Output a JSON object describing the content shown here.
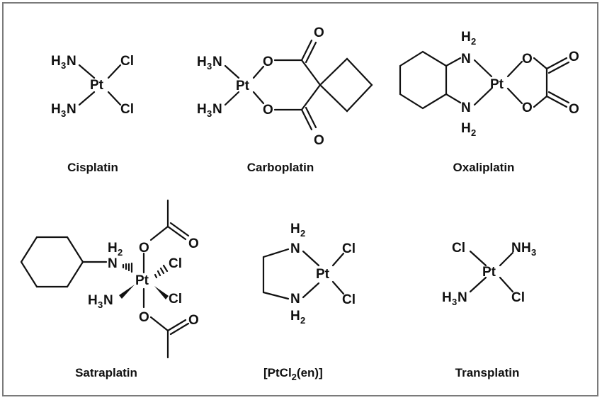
{
  "captions": {
    "cisplatin": "Cisplatin",
    "carboplatin": "Carboplatin",
    "oxaliplatin": "Oxaliplatin",
    "satraplatin": "Satraplatin",
    "ptcl2en_open": "[PtCl",
    "ptcl2en_sub": "2",
    "ptcl2en_close": "(en)]",
    "transplatin": "Transplatin"
  },
  "atoms": {
    "pt": "Pt",
    "cl": "Cl",
    "n": "N",
    "h": "H",
    "o": "O",
    "sub2": "2",
    "sub3": "3"
  }
}
